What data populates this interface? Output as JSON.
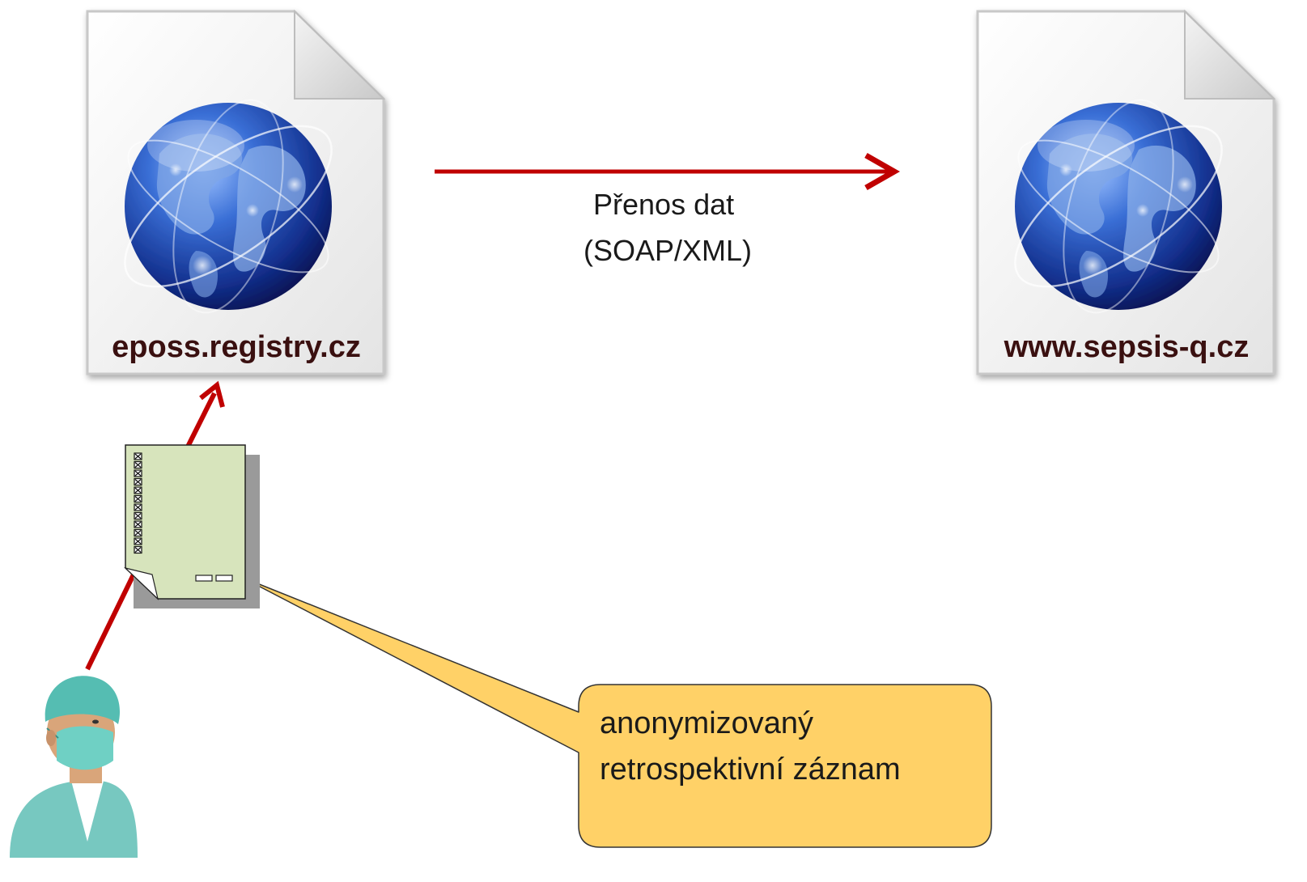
{
  "hosts": {
    "source": {
      "label": "eposs.registry.cz",
      "icon": "globe-document-icon"
    },
    "target": {
      "label": "www.sepsis-q.cz",
      "icon": "globe-document-icon"
    }
  },
  "transfer": {
    "line1": "Přenos dat",
    "line2": "(SOAP/XML)",
    "color": "#c00000"
  },
  "form": {
    "icon": "checklist-form-icon",
    "fill": "#d7e4bc"
  },
  "user": {
    "icon": "surgeon-icon"
  },
  "callout": {
    "line1": "anonymizovaný",
    "line2": "retrospektivní záznam",
    "fill": "#ffd167"
  }
}
